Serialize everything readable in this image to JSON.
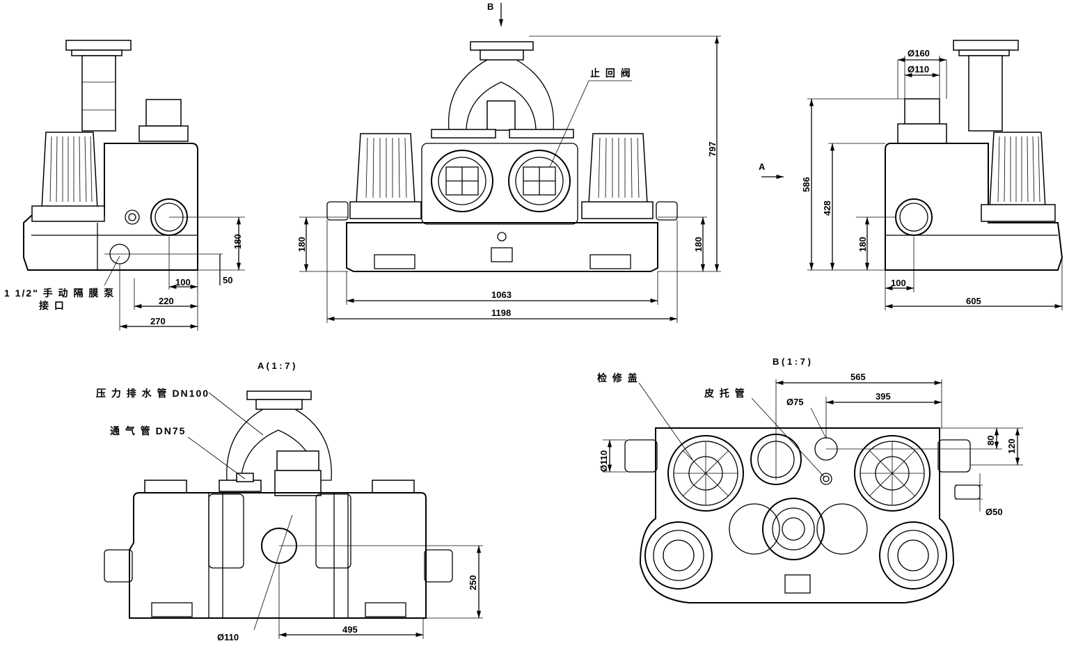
{
  "views": {
    "side_left": {
      "dims": [
        "180",
        "100",
        "50",
        "220",
        "270"
      ],
      "callout_line1": "1 1/2\"  手 动 隔 膜 泵",
      "callout_line2": "接 口"
    },
    "front": {
      "arrow_b": "B",
      "check_valve": "止 回 阀",
      "dims": [
        "797",
        "180",
        "180",
        "1063",
        "1198"
      ]
    },
    "side_right": {
      "arrow_a": "A",
      "dims": [
        "Ø160",
        "Ø110",
        "586",
        "428",
        "180",
        "100",
        "605"
      ]
    },
    "view_a": {
      "title": "A ( 1 : 7 )",
      "pressure_pipe": "压 力 排 水 管  DN100",
      "vent_pipe": "通 气 管 DN75",
      "dims": [
        "250",
        "Ø110",
        "495"
      ]
    },
    "view_b": {
      "title": "B ( 1 : 7 )",
      "inspection_cover": "检 修 盖",
      "pitot_tube": "皮 托 管",
      "dims": [
        "565",
        "395",
        "Ø75",
        "80",
        "120",
        "Ø110",
        "Ø50"
      ]
    }
  }
}
